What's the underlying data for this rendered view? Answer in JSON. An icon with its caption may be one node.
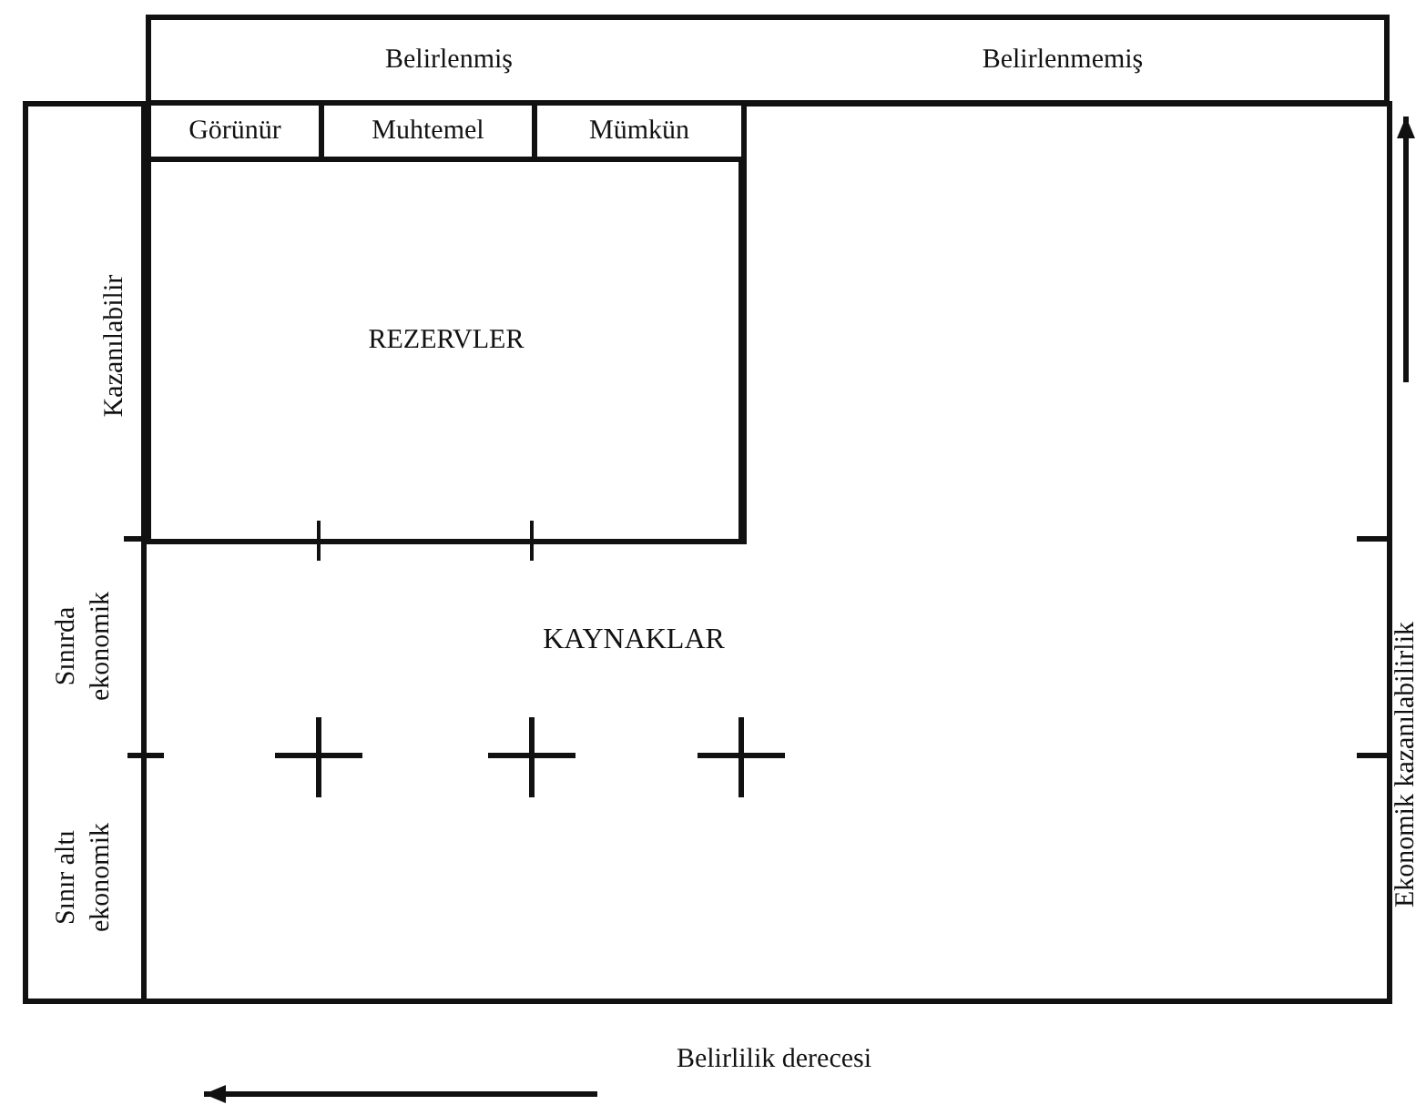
{
  "diagram": {
    "nodes": [
      {
        "text": [
          "Belirlenmiş"
        ]
      },
      {
        "text": [
          "Belirlenmemiş"
        ]
      },
      {
        "text": [
          "Görünür"
        ]
      },
      {
        "text": [
          "Muhtemel"
        ]
      },
      {
        "text": [
          "Mümkün"
        ]
      },
      {
        "text": [
          "REZERVLER"
        ]
      }
    ],
    "labels": [
      "Kazanılabilir",
      "KAYNAKLAR",
      "Sınırda ekonomik",
      "Sınır altı ekonomik",
      "Ekonomik kazanılabilirlik",
      "Belirlilik derecesi"
    ]
  }
}
